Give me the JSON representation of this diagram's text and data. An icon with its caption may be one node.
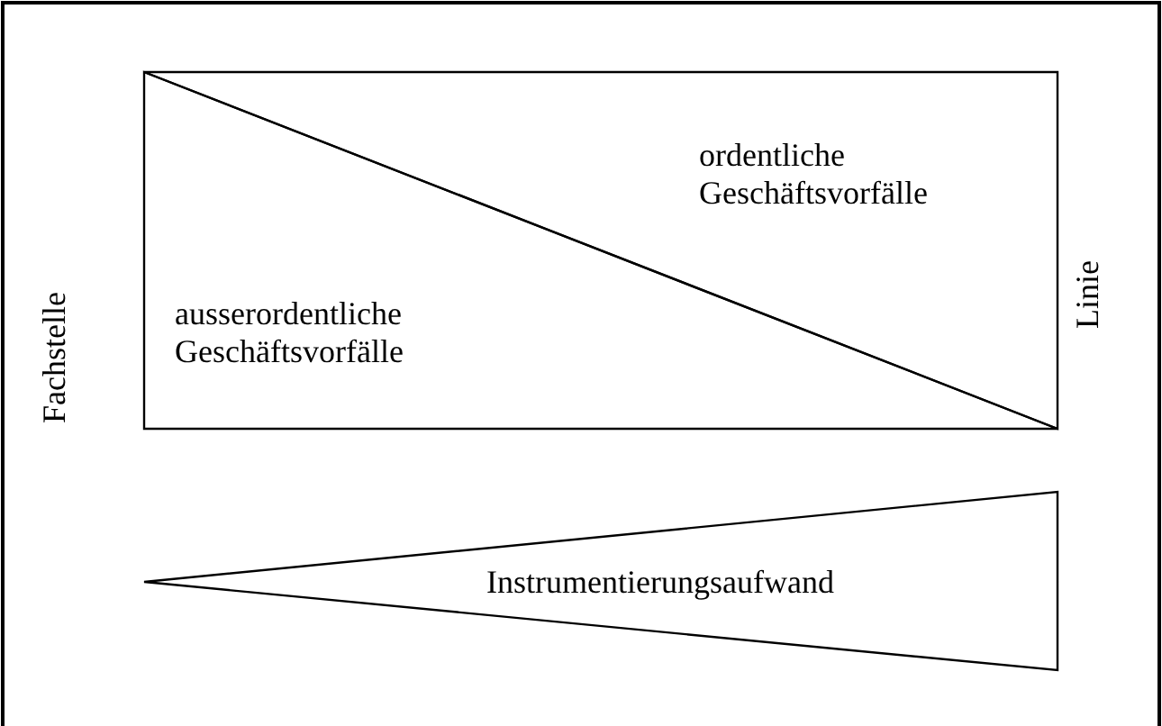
{
  "diagram": {
    "nodes": [
      {
        "text": [
          "ordentliche Geschäftsvorfälle"
        ]
      },
      {
        "text": [
          "ausserordentliche Geschäftsvorfälle"
        ]
      },
      {
        "text": [
          "Instrumentierungsaufwand"
        ]
      }
    ],
    "labels": [
      "Fachstelle",
      "Linie"
    ]
  }
}
